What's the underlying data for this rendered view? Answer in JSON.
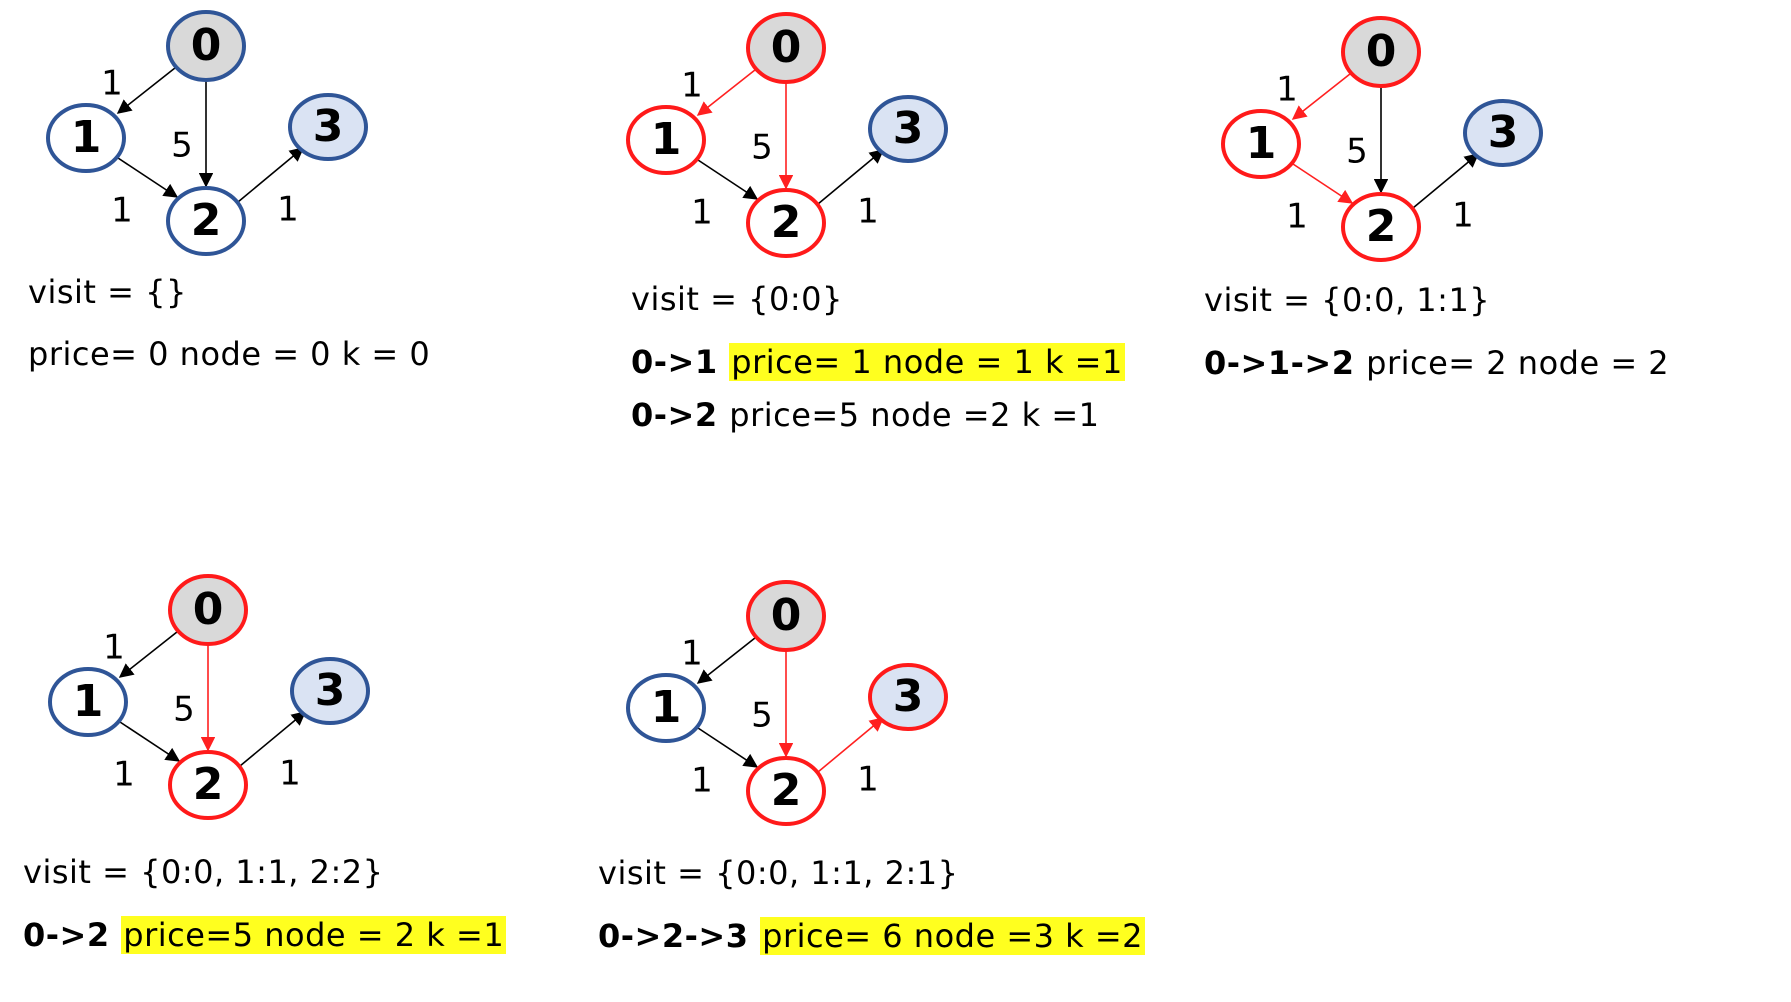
{
  "colors": {
    "highlight": "#ffff1f",
    "edge_default": "#000000",
    "edge_active": "#ff2020",
    "node_blue": "#2f5597",
    "node_red": "#ff1a1a",
    "fill_gray": "#d9d9d9",
    "fill_blue": "#dae3f3",
    "fill_white": "#ffffff"
  },
  "panels": [
    {
      "nodes": {
        "0": {
          "label": "0",
          "border": "blue",
          "fill": "gray"
        },
        "1": {
          "label": "1",
          "border": "blue",
          "fill": "white"
        },
        "2": {
          "label": "2",
          "border": "blue",
          "fill": "white"
        },
        "3": {
          "label": "3",
          "border": "blue",
          "fill": "blue"
        }
      },
      "edges": {
        "e01": {
          "weight": "1",
          "active": false
        },
        "e02": {
          "weight": "5",
          "active": false
        },
        "e12": {
          "weight": "1",
          "active": false
        },
        "e23": {
          "weight": "1",
          "active": false
        }
      },
      "lines": [
        {
          "parts": [
            {
              "text": "visit = {}"
            }
          ]
        },
        {
          "parts": [
            {
              "text": "price= 0 node = 0 k = 0"
            }
          ]
        }
      ]
    },
    {
      "nodes": {
        "0": {
          "label": "0",
          "border": "red",
          "fill": "gray"
        },
        "1": {
          "label": "1",
          "border": "red",
          "fill": "white"
        },
        "2": {
          "label": "2",
          "border": "red",
          "fill": "white"
        },
        "3": {
          "label": "3",
          "border": "blue",
          "fill": "blue"
        }
      },
      "edges": {
        "e01": {
          "weight": "1",
          "active": true
        },
        "e02": {
          "weight": "5",
          "active": true
        },
        "e12": {
          "weight": "1",
          "active": false
        },
        "e23": {
          "weight": "1",
          "active": false
        }
      },
      "lines": [
        {
          "parts": [
            {
              "text": "visit = {0:0}"
            }
          ]
        },
        {
          "parts": [
            {
              "text": "0->1 ",
              "bold": true
            },
            {
              "text": "price= 1 node = 1 k =1",
              "highlight": true
            }
          ]
        },
        {
          "parts": [
            {
              "text": "0->2 ",
              "bold": true
            },
            {
              "text": "price=5 node =2 k =1"
            }
          ]
        }
      ]
    },
    {
      "nodes": {
        "0": {
          "label": "0",
          "border": "red",
          "fill": "gray"
        },
        "1": {
          "label": "1",
          "border": "red",
          "fill": "white"
        },
        "2": {
          "label": "2",
          "border": "red",
          "fill": "white"
        },
        "3": {
          "label": "3",
          "border": "blue",
          "fill": "blue"
        }
      },
      "edges": {
        "e01": {
          "weight": "1",
          "active": true
        },
        "e02": {
          "weight": "5",
          "active": false
        },
        "e12": {
          "weight": "1",
          "active": true
        },
        "e23": {
          "weight": "1",
          "active": false
        }
      },
      "lines": [
        {
          "parts": [
            {
              "text": "visit = {0:0, 1:1}"
            }
          ]
        },
        {
          "parts": [
            {
              "text": "0->1->2 ",
              "bold": true
            },
            {
              "text": "price= 2 node = 2"
            }
          ]
        }
      ]
    },
    {
      "nodes": {
        "0": {
          "label": "0",
          "border": "red",
          "fill": "gray"
        },
        "1": {
          "label": "1",
          "border": "blue",
          "fill": "white"
        },
        "2": {
          "label": "2",
          "border": "red",
          "fill": "white"
        },
        "3": {
          "label": "3",
          "border": "blue",
          "fill": "blue"
        }
      },
      "edges": {
        "e01": {
          "weight": "1",
          "active": false
        },
        "e02": {
          "weight": "5",
          "active": true
        },
        "e12": {
          "weight": "1",
          "active": false
        },
        "e23": {
          "weight": "1",
          "active": false
        }
      },
      "lines": [
        {
          "parts": [
            {
              "text": "visit = {0:0, 1:1, 2:2}"
            }
          ]
        },
        {
          "parts": [
            {
              "text": "0->2 ",
              "bold": true
            },
            {
              "text": "price=5 node = 2 k =1",
              "highlight": true
            }
          ]
        }
      ]
    },
    {
      "nodes": {
        "0": {
          "label": "0",
          "border": "red",
          "fill": "gray"
        },
        "1": {
          "label": "1",
          "border": "blue",
          "fill": "white"
        },
        "2": {
          "label": "2",
          "border": "red",
          "fill": "white"
        },
        "3": {
          "label": "3",
          "border": "red",
          "fill": "blue"
        }
      },
      "edges": {
        "e01": {
          "weight": "1",
          "active": false
        },
        "e02": {
          "weight": "5",
          "active": true
        },
        "e12": {
          "weight": "1",
          "active": false
        },
        "e23": {
          "weight": "1",
          "active": true
        }
      },
      "lines": [
        {
          "parts": [
            {
              "text": "visit = {0:0, 1:1, 2:1}"
            }
          ]
        },
        {
          "parts": [
            {
              "text": "0->2->3  ",
              "bold": true
            },
            {
              "text": "price= 6 node =3 k =2",
              "highlight": true
            }
          ]
        }
      ]
    }
  ]
}
